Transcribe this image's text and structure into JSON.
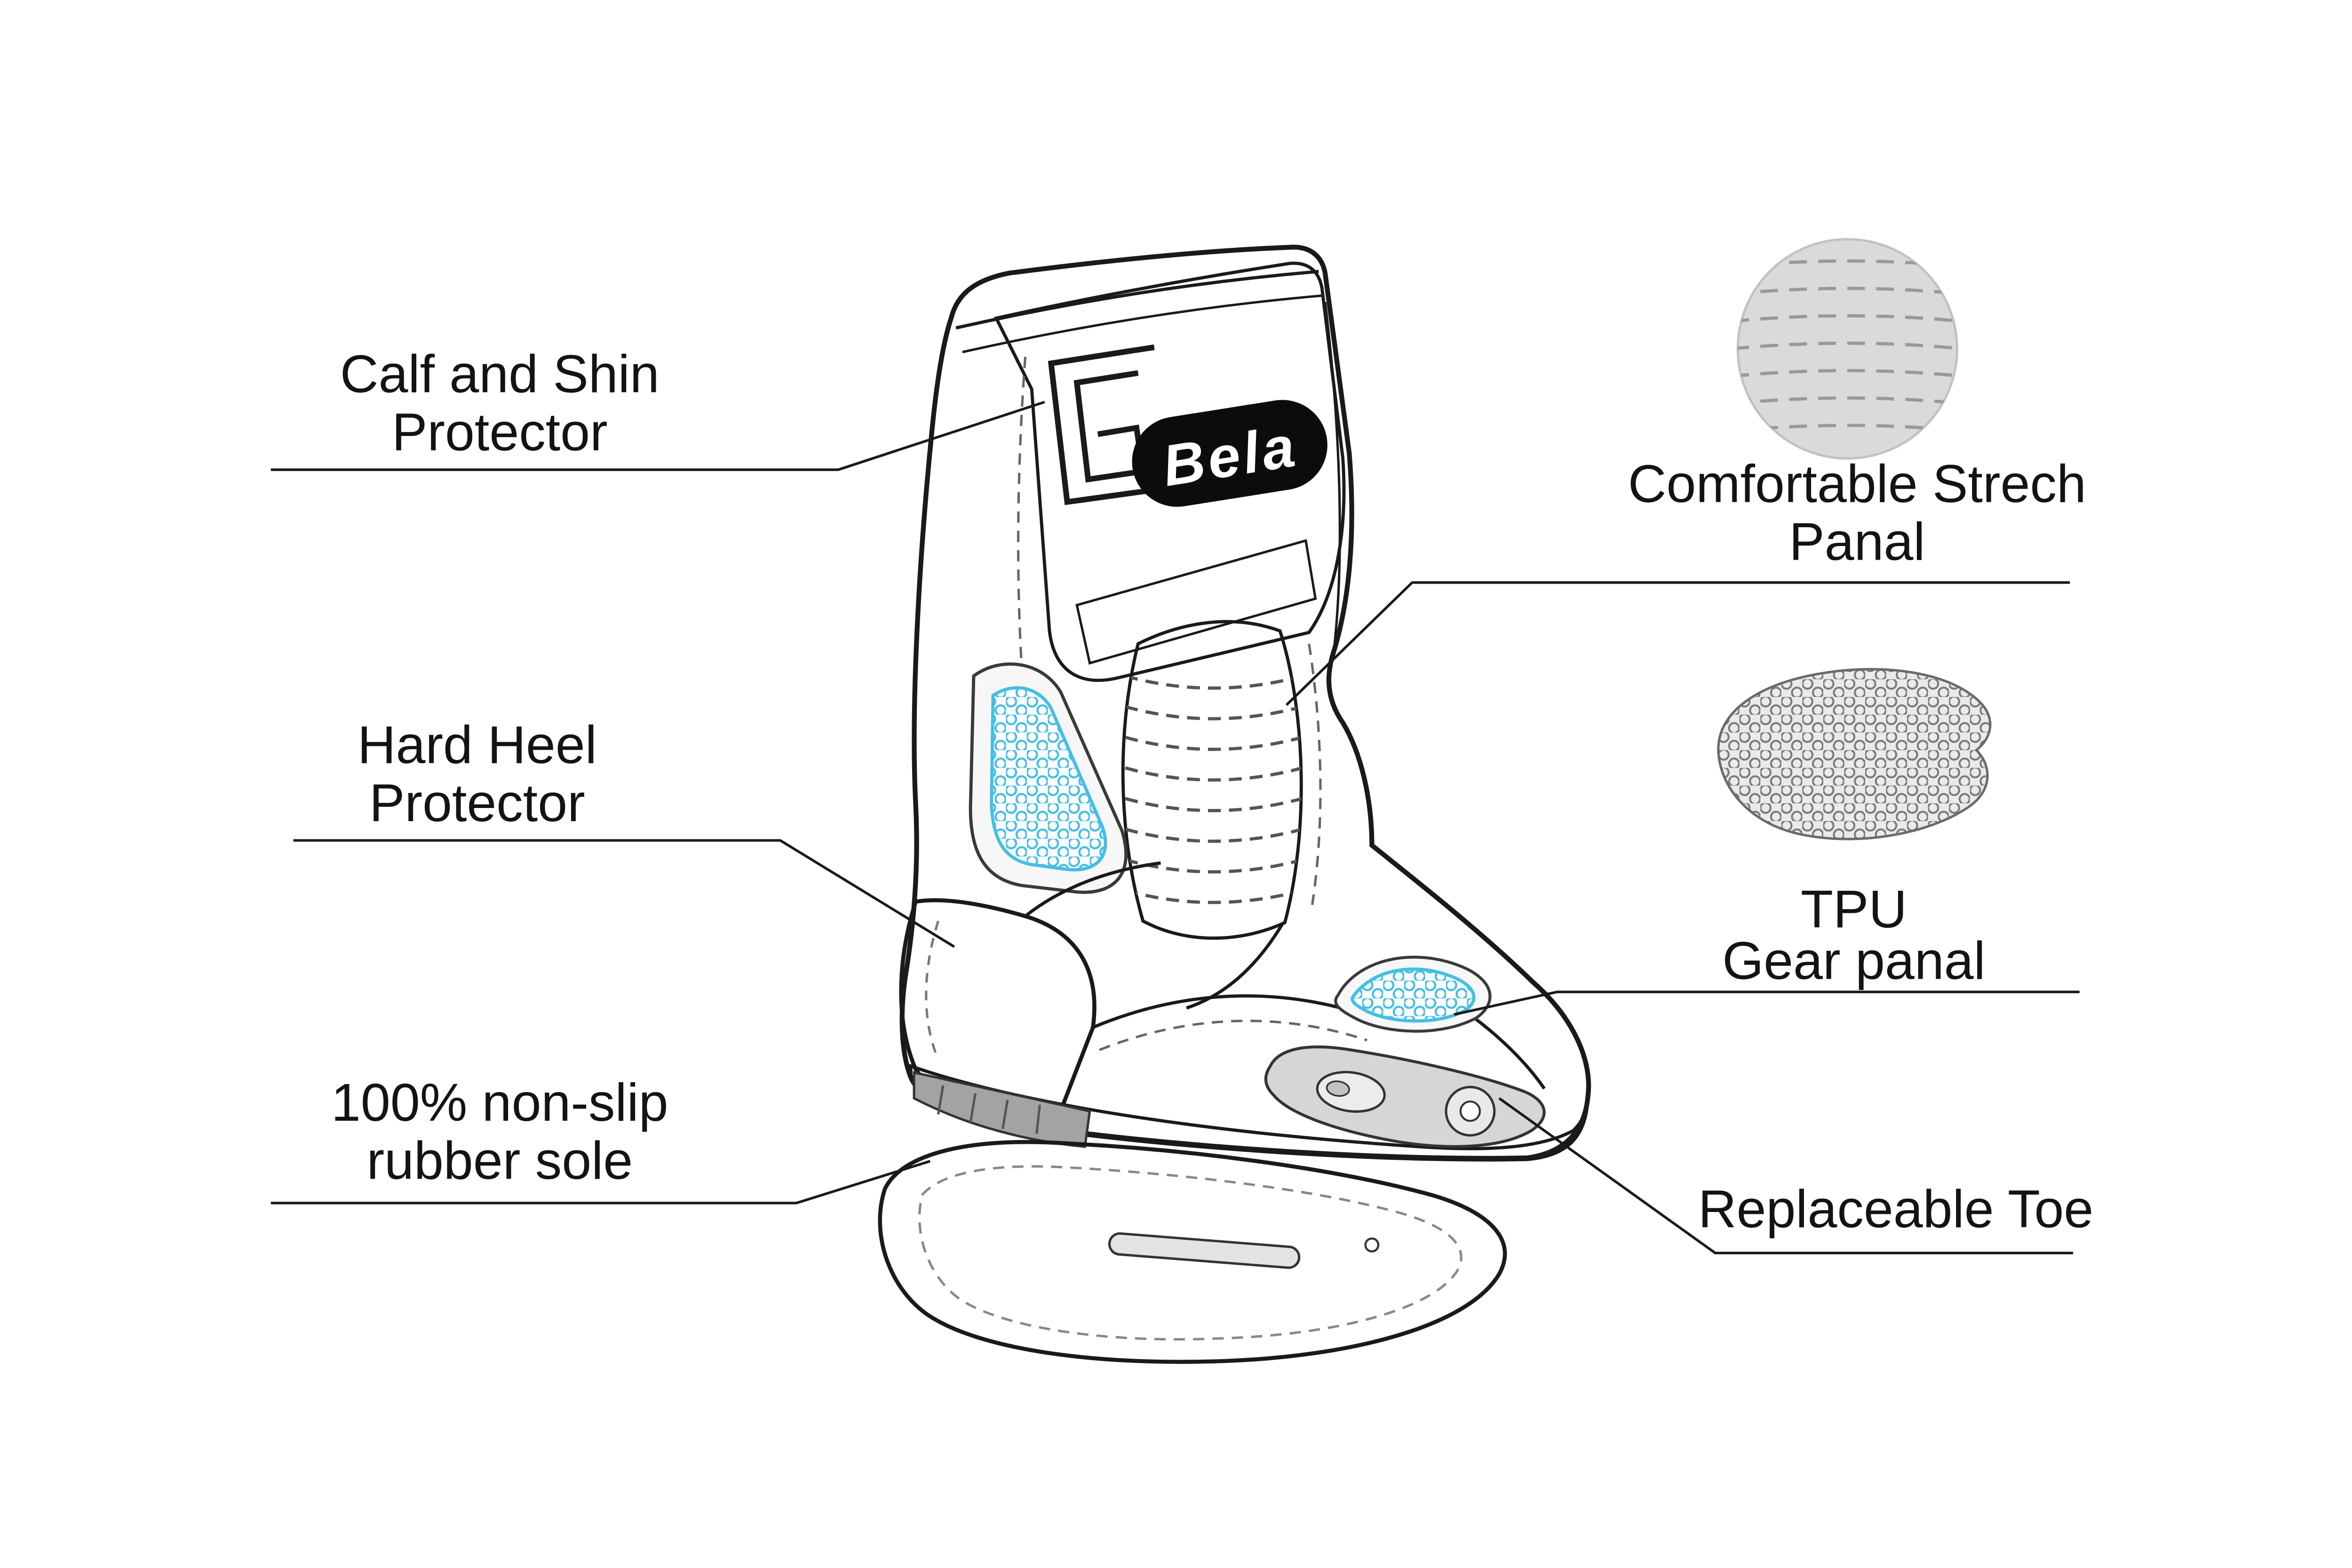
{
  "diagram": {
    "brand": "Bela",
    "labels": {
      "calf_shin": {
        "line1": "Calf and Shin",
        "line2": "Protector"
      },
      "hard_heel": {
        "line1": "Hard Heel",
        "line2": "Protector"
      },
      "non_slip_sole": {
        "line1": "100% non-slip",
        "line2": "rubber sole"
      },
      "stretch_panel": {
        "line1": "Comfortable Strech",
        "line2": "Panal"
      },
      "tpu_gear_panel": {
        "line1": "TPU",
        "line2": "Gear panal"
      },
      "replaceable_toe": {
        "line1": "Replaceable Toe"
      }
    },
    "swatches": {
      "stretch_panel_icon": "stretch-fabric-swatch",
      "tpu_gear_panel_icon": "honeycomb-mesh-swatch"
    },
    "colors": {
      "background": "#ffffff",
      "line": "#1a1a1a",
      "accent_cyan": "#45BEE4",
      "panel_gray": "#e9e9e9",
      "sole_gray": "#cdcdcd",
      "heel_block_gray": "#a3a3a3",
      "swatch_gray": "#dadada"
    }
  }
}
